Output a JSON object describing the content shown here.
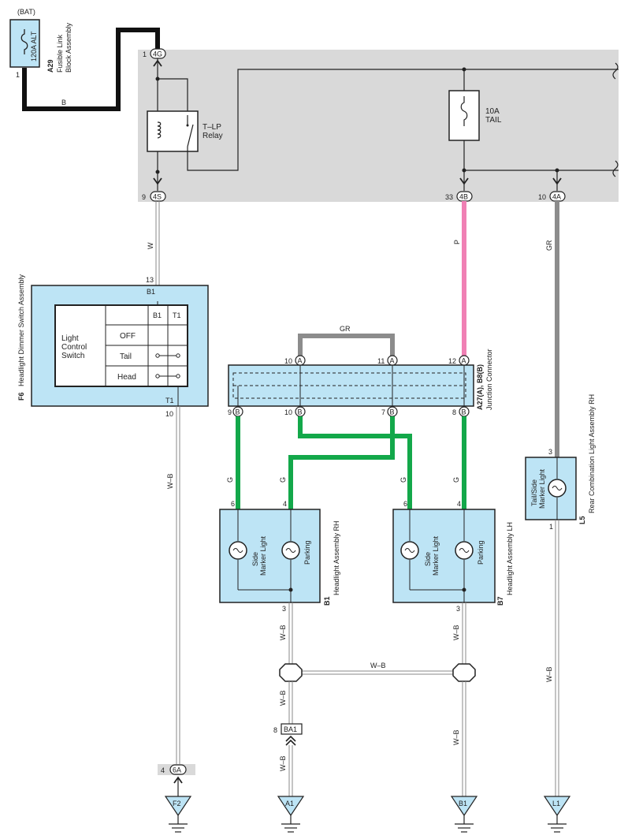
{
  "fusible": {
    "bat": "(BAT)",
    "rating": "120A ALT",
    "code": "A29",
    "name1": "Fusible Link",
    "name2": "Block Assembly",
    "pin": "1",
    "wire": "B"
  },
  "junction_block": {
    "pin_4g": "1",
    "conn_4g": "4G",
    "pin_4s": "9",
    "conn_4s": "4S",
    "pin_4b": "33",
    "conn_4b": "4B",
    "pin_4a": "10",
    "conn_4a": "4A",
    "relay_name1": "T–LP",
    "relay_name2": "Relay",
    "fuse_rating": "10A",
    "fuse_name": "TAIL"
  },
  "wires": {
    "w": "W",
    "p": "P",
    "gr": "GR",
    "g": "G",
    "wb": "W–B"
  },
  "switch": {
    "code": "F6",
    "name": "Headlight Dimmer Switch Assembly",
    "pin_top": "13",
    "label_b1": "B1",
    "col_b1": "B1",
    "col_t1": "T1",
    "title1": "Light",
    "title2": "Control",
    "title3": "Switch",
    "rows": [
      "OFF",
      "Tail",
      "Head"
    ],
    "label_t1": "T1",
    "pin_bottom": "10"
  },
  "junction_connector": {
    "code": "A27(A), B8(B)",
    "name": "Junction Connector",
    "top": [
      {
        "pin": "10",
        "conn": "A"
      },
      {
        "pin": "11",
        "conn": "A"
      },
      {
        "pin": "12",
        "conn": "A"
      }
    ],
    "bottom": [
      {
        "pin": "9",
        "conn": "B"
      },
      {
        "pin": "10",
        "conn": "B"
      },
      {
        "pin": "7",
        "conn": "B"
      },
      {
        "pin": "8",
        "conn": "B"
      }
    ]
  },
  "headlight_rh": {
    "code": "B1",
    "name": "Headlight Assembly RH",
    "pin6": "6",
    "pin4": "4",
    "pin3": "3",
    "side": "Side",
    "marker": "Marker Light",
    "parking": "Parking"
  },
  "headlight_lh": {
    "code": "B7",
    "name": "Headlight Assembly LH",
    "pin6": "6",
    "pin4": "4",
    "pin3": "3",
    "side": "Side",
    "marker": "Marker Light",
    "parking": "Parking"
  },
  "rear_combo": {
    "code": "L5",
    "name": "Rear Combination Light Assembly RH",
    "pin3": "3",
    "pin1": "1",
    "label1": "Tail/Side",
    "label2": "Marker Light"
  },
  "connector_ba1": {
    "pin": "8",
    "name": "BA1"
  },
  "connector_6a": {
    "pin": "4",
    "name": "6A"
  },
  "grounds": [
    "F2",
    "A1",
    "B1",
    "L1"
  ]
}
